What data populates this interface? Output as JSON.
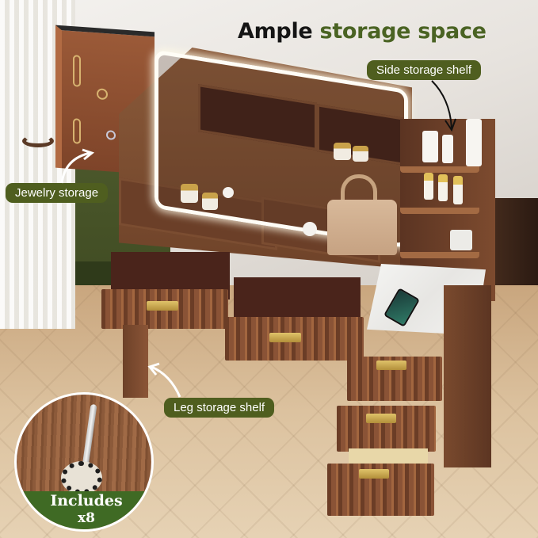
{
  "headline": {
    "part1": "Ample",
    "part2": "storage space",
    "part1_color": "#151515",
    "part2_color": "#4a6323"
  },
  "callouts": [
    {
      "id": "side-storage-shelf",
      "label": "Side storage shelf"
    },
    {
      "id": "jewelry-storage",
      "label": "Jewelry storage"
    },
    {
      "id": "leg-storage-shelf",
      "label": "Leg storage shelf"
    }
  ],
  "badge": {
    "line1": "Includes",
    "line2": "x8",
    "icon": "jewelry-hook-icon",
    "band_color": "#3f6a24"
  },
  "colors": {
    "label_bg": "#4f5e1f",
    "label_text": "#ffffff",
    "wood": "#8a5336",
    "wall_green": "#4d5a2c"
  }
}
